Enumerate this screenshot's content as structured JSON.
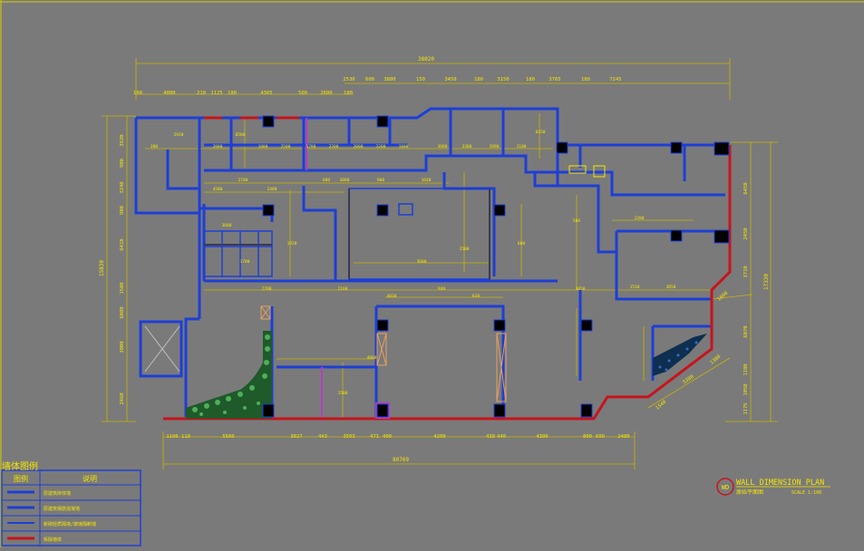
{
  "drawing": {
    "title": "WALL DIMENSION PLAN",
    "subtitle": "原始平面图",
    "scale": "SCALE 1:100",
    "logo": "WD",
    "colors": {
      "background": "#7a7a7a",
      "wall_blue": "#1d3fd6",
      "wall_red": "#c8141c",
      "dimension": "#c9b400",
      "text_yellow": "#f5e600",
      "column": "#000000",
      "plant_green": "#2d7a3a",
      "frame_yellow": "#d8d000"
    }
  },
  "dims": {
    "top_overall": "38020",
    "top_row1": [
      "100",
      "4080",
      "210",
      "1125",
      "180",
      "4365",
      "500",
      "2600",
      "180",
      "2530",
      "600",
      "3880",
      "150",
      "3450",
      "180",
      "3150",
      "180",
      "3765",
      "180",
      "7245"
    ],
    "bottom_overall": "80769",
    "bottom_row": [
      "1100",
      "110",
      "5560",
      "3027",
      "443",
      "3503",
      "471",
      "400",
      "4200",
      "430",
      "440",
      "4300",
      "800",
      "600",
      "2480"
    ],
    "left_overall": "15830",
    "left_row": [
      "3920",
      "900",
      "3240",
      "900",
      "6410",
      "1500",
      "6080",
      "3000",
      "2460"
    ],
    "right_overall": "17330",
    "right_row": [
      "6450",
      "2450",
      "3710",
      "6070",
      "1180",
      "1050",
      "1175"
    ],
    "diagonal": [
      "1600",
      "5380",
      "1380",
      "1540"
    ],
    "inner": [
      "300",
      "2920",
      "2000",
      "6500",
      "1000",
      "2500",
      "1780",
      "2200",
      "2000",
      "1200",
      "1800",
      "3680",
      "3300",
      "2890",
      "1100",
      "6450",
      "2700",
      "4500",
      "2400",
      "600",
      "3000",
      "900",
      "1640",
      "1920",
      "3600",
      "1500",
      "600",
      "500",
      "2200",
      "3600",
      "1700",
      "2700",
      "2100",
      "940",
      "3050",
      "1530",
      "3850",
      "4030",
      "830",
      "4000",
      "1500"
    ]
  },
  "legend": {
    "title": "墙体图例",
    "headers": [
      "图例",
      "说明"
    ],
    "rows": [
      {
        "desc": "原建筑砖体墙",
        "color": "#1d3fd6"
      },
      {
        "desc": "原建筑钢筋混凝墙",
        "color": "#1d3fd6"
      },
      {
        "desc": "新砌轻质隔墙/玻璃隔断墙",
        "color": "#1d3fd6"
      },
      {
        "desc": "拆除墙体",
        "color": "#c8141c"
      }
    ]
  }
}
